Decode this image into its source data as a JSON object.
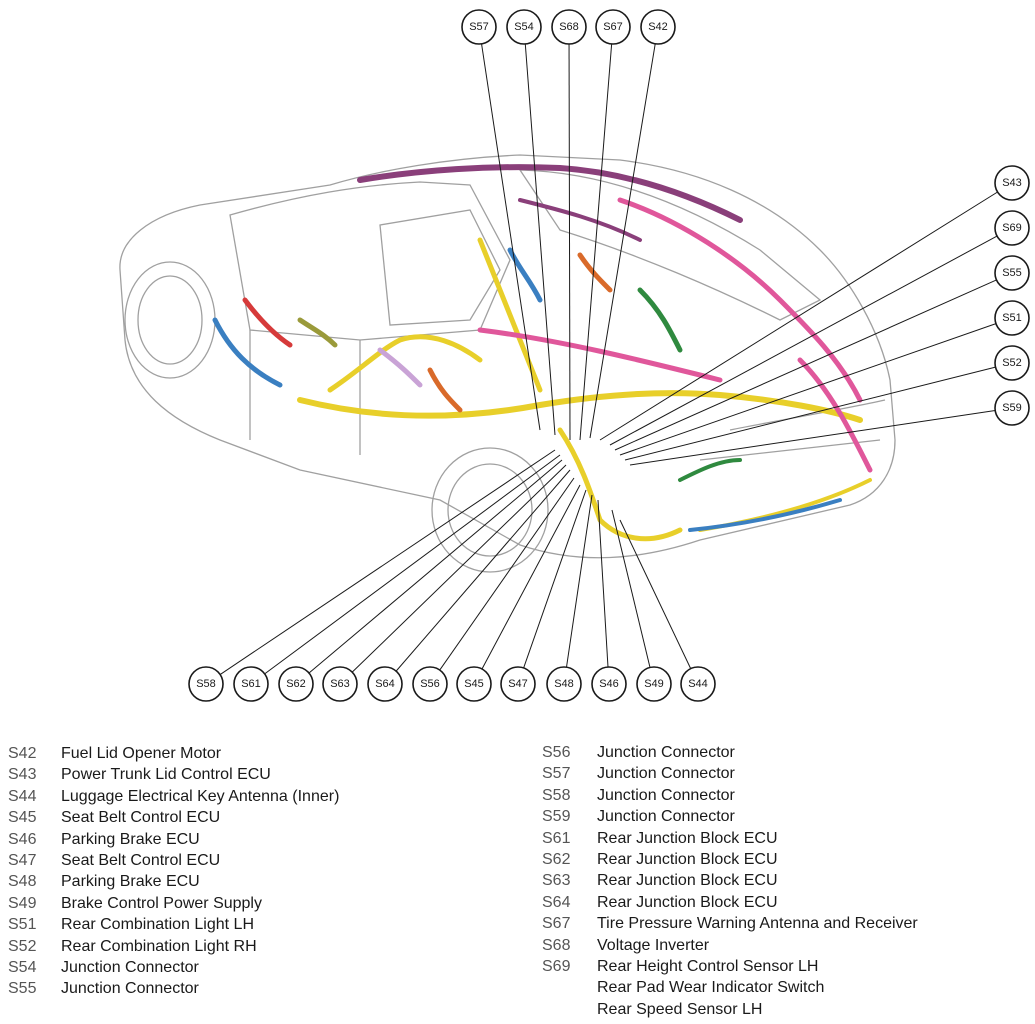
{
  "colors": {
    "harness_yellow": "#e8cf2a",
    "harness_pink": "#e0579b",
    "harness_purple": "#8a3f7a",
    "harness_blue": "#3a7fc1",
    "harness_red": "#d63a3a",
    "harness_orange": "#d96a2a",
    "harness_green": "#2f8a3f",
    "harness_olive": "#9a9a3a",
    "harness_lilac": "#c9a3d6",
    "car_outline": "#9a9a9a",
    "text": "#1a1a1a"
  },
  "callouts_top": [
    "S57",
    "S54",
    "S68",
    "S67",
    "S42"
  ],
  "callouts_right": [
    "S43",
    "S69",
    "S55",
    "S51",
    "S52",
    "S59"
  ],
  "callouts_bottom": [
    "S58",
    "S61",
    "S62",
    "S63",
    "S64",
    "S56",
    "S45",
    "S47",
    "S48",
    "S46",
    "S49",
    "S44"
  ],
  "legend_left": [
    {
      "code": "S42",
      "desc": "Fuel Lid Opener Motor"
    },
    {
      "code": "S43",
      "desc": "Power Trunk Lid Control ECU"
    },
    {
      "code": "S44",
      "desc": "Luggage Electrical Key Antenna (Inner)"
    },
    {
      "code": "S45",
      "desc": "Seat Belt Control ECU"
    },
    {
      "code": "S46",
      "desc": "Parking Brake ECU"
    },
    {
      "code": "S47",
      "desc": "Seat Belt Control ECU"
    },
    {
      "code": "S48",
      "desc": "Parking Brake ECU"
    },
    {
      "code": "S49",
      "desc": "Brake Control Power Supply"
    },
    {
      "code": "S51",
      "desc": "Rear Combination Light LH"
    },
    {
      "code": "S52",
      "desc": "Rear Combination Light RH"
    },
    {
      "code": "S54",
      "desc": "Junction Connector"
    },
    {
      "code": "S55",
      "desc": "Junction Connector"
    }
  ],
  "legend_right": [
    {
      "code": "S56",
      "desc": "Junction Connector"
    },
    {
      "code": "S57",
      "desc": "Junction Connector"
    },
    {
      "code": "S58",
      "desc": "Junction Connector"
    },
    {
      "code": "S59",
      "desc": "Junction Connector"
    },
    {
      "code": "S61",
      "desc": "Rear Junction Block ECU"
    },
    {
      "code": "S62",
      "desc": "Rear Junction Block ECU"
    },
    {
      "code": "S63",
      "desc": "Rear Junction Block ECU"
    },
    {
      "code": "S64",
      "desc": "Rear Junction Block ECU"
    },
    {
      "code": "S67",
      "desc": "Tire Pressure Warning Antenna and Receiver"
    },
    {
      "code": "S68",
      "desc": "Voltage Inverter"
    },
    {
      "code": "S69",
      "desc": "Rear Height Control Sensor LH"
    },
    {
      "code": "",
      "desc": "Rear Pad Wear Indicator Switch"
    },
    {
      "code": "",
      "desc": "Rear Speed Sensor LH"
    }
  ]
}
